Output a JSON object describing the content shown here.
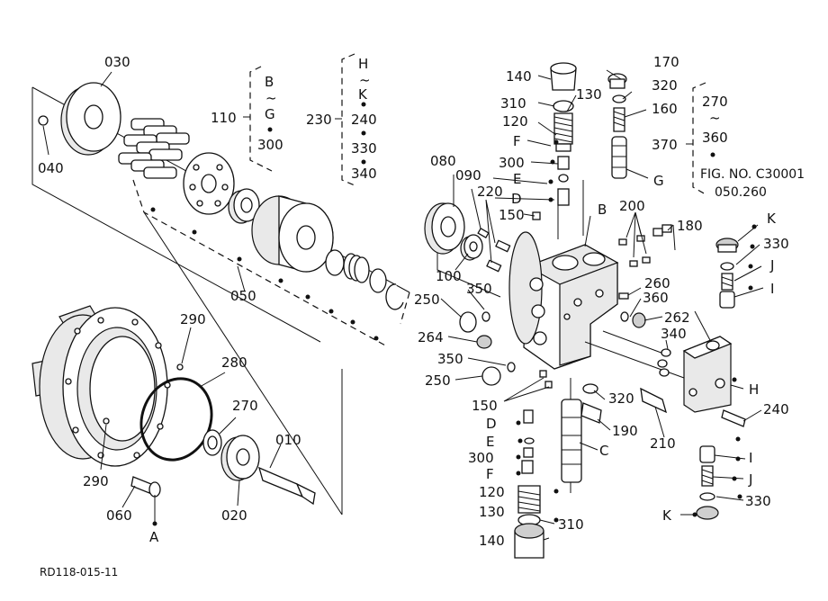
{
  "figure": {
    "code": "RD118-015-11",
    "fig_no": "FIG. NO. C30001",
    "fig_no_ref": "050.260"
  },
  "callouts": {
    "c030": "030",
    "c040": "040",
    "c050": "050",
    "c060": "060",
    "c080": "080",
    "c090": "090",
    "c100": "100",
    "c110": "110",
    "c120a": "120",
    "c120b": "120",
    "c130a": "130",
    "c130b": "130",
    "c140a": "140",
    "c140b": "140",
    "c150a": "150",
    "c150b": "150",
    "c160": "160",
    "c170": "170",
    "c180": "180",
    "c190": "190",
    "c200": "200",
    "c210": "210",
    "c220": "220",
    "c230": "230",
    "c240": "240",
    "c250a": "250",
    "c250b": "250",
    "c260": "260",
    "c262": "262",
    "c264": "264",
    "c270": "270",
    "c280": "280",
    "c290a": "290",
    "c290b": "290",
    "c300a": "300",
    "c300b": "300",
    "c310a": "310",
    "c310b": "310",
    "c320a": "320",
    "c320b": "320",
    "c330a": "330",
    "c330b": "330",
    "c340": "340",
    "c350a": "350",
    "c350b": "350",
    "c360": "360",
    "c370": "370",
    "c010": "010",
    "c020": "020"
  },
  "letters": {
    "A": "A",
    "B": "B",
    "C": "C",
    "D1": "D",
    "D2": "D",
    "E1": "E",
    "E2": "E",
    "F1": "F",
    "F2": "F",
    "G": "G",
    "H": "H",
    "I1": "I",
    "I2": "I",
    "J1": "J",
    "J2": "J",
    "K1": "K",
    "K2": "K"
  },
  "groups": {
    "g110": {
      "top": "B",
      "tilde": "~",
      "mid": "G",
      "sub": "300"
    },
    "g230": {
      "top": "H",
      "tilde": "~",
      "mid": "K",
      "items": [
        "240",
        "330",
        "340"
      ]
    },
    "g370": {
      "top": "270",
      "tilde": "~",
      "mid": "360"
    }
  }
}
